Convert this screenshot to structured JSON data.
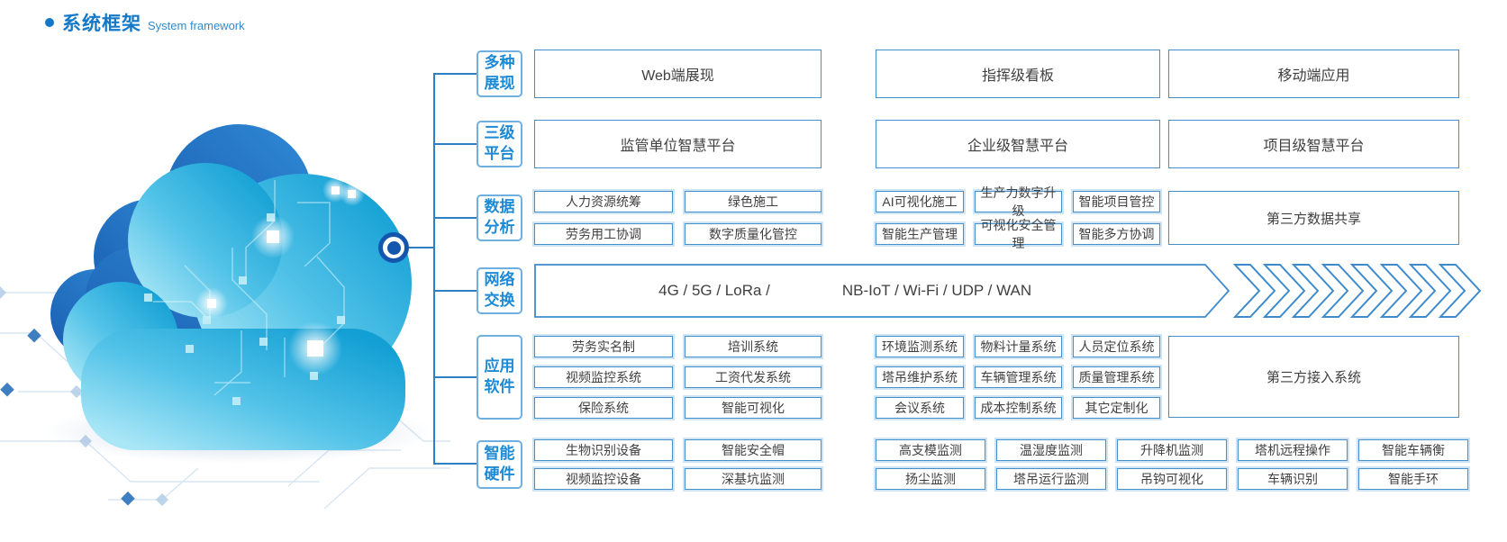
{
  "title": {
    "zh": "系统框架",
    "en": "System framework"
  },
  "colors": {
    "accent": "#1478c8",
    "connector_line": "#2e7fc4",
    "box_border": "#4490cf",
    "label_text": "#1d8ad6",
    "box_text": "#404040",
    "cloud_front": "#2bb1de",
    "cloud_back": "#1a5cb0"
  },
  "icons": {
    "node": "circuit-node-icon",
    "chevrons": "right-chevron-arrows",
    "cloud": "cloud-computing-illustration"
  },
  "r1": {
    "label1": "多种",
    "label2": "展现",
    "boxes": [
      "Web端展现",
      "指挥级看板",
      "移动端应用"
    ]
  },
  "r2": {
    "label1": "三级",
    "label2": "平台",
    "boxes": [
      "监管单位智慧平台",
      "企业级智慧平台",
      "项目级智慧平台"
    ]
  },
  "r3": {
    "label1": "数据",
    "label2": "分析",
    "left": [
      [
        "人力资源统筹",
        "绿色施工"
      ],
      [
        "劳务用工协调",
        "数字质量化管控"
      ]
    ],
    "mid": [
      [
        "AI可视化施工",
        "生产力数字升级",
        "智能项目管控"
      ],
      [
        "智能生产管理",
        "可视化安全管理",
        "智能多方协调"
      ]
    ],
    "tall": "第三方数据共享"
  },
  "r4": {
    "label1": "网络",
    "label2": "交换",
    "text_a": "4G / 5G / LoRa /",
    "text_b": "NB-IoT / Wi-Fi / UDP / WAN"
  },
  "r5": {
    "label1": "应用",
    "label2": "软件",
    "left": [
      [
        "劳务实名制",
        "培训系统"
      ],
      [
        "视频监控系统",
        "工资代发系统"
      ],
      [
        "保险系统",
        "智能可视化"
      ]
    ],
    "mid": [
      [
        "环境监测系统",
        "物料计量系统",
        "人员定位系统"
      ],
      [
        "塔吊维护系统",
        "车辆管理系统",
        "质量管理系统"
      ],
      [
        "会议系统",
        "成本控制系统",
        "其它定制化"
      ]
    ],
    "tall": "第三方接入系统"
  },
  "r6": {
    "label1": "智能",
    "label2": "硬件",
    "left": [
      [
        "生物识别设备",
        "智能安全帽"
      ],
      [
        "视频监控设备",
        "深基坑监测"
      ]
    ],
    "right": [
      [
        "高支模监测",
        "温湿度监测",
        "升降机监测",
        "塔机远程操作",
        "智能车辆衡"
      ],
      [
        "扬尘监测",
        "塔吊运行监测",
        "吊钩可视化",
        "车辆识别",
        "智能手环"
      ]
    ]
  }
}
